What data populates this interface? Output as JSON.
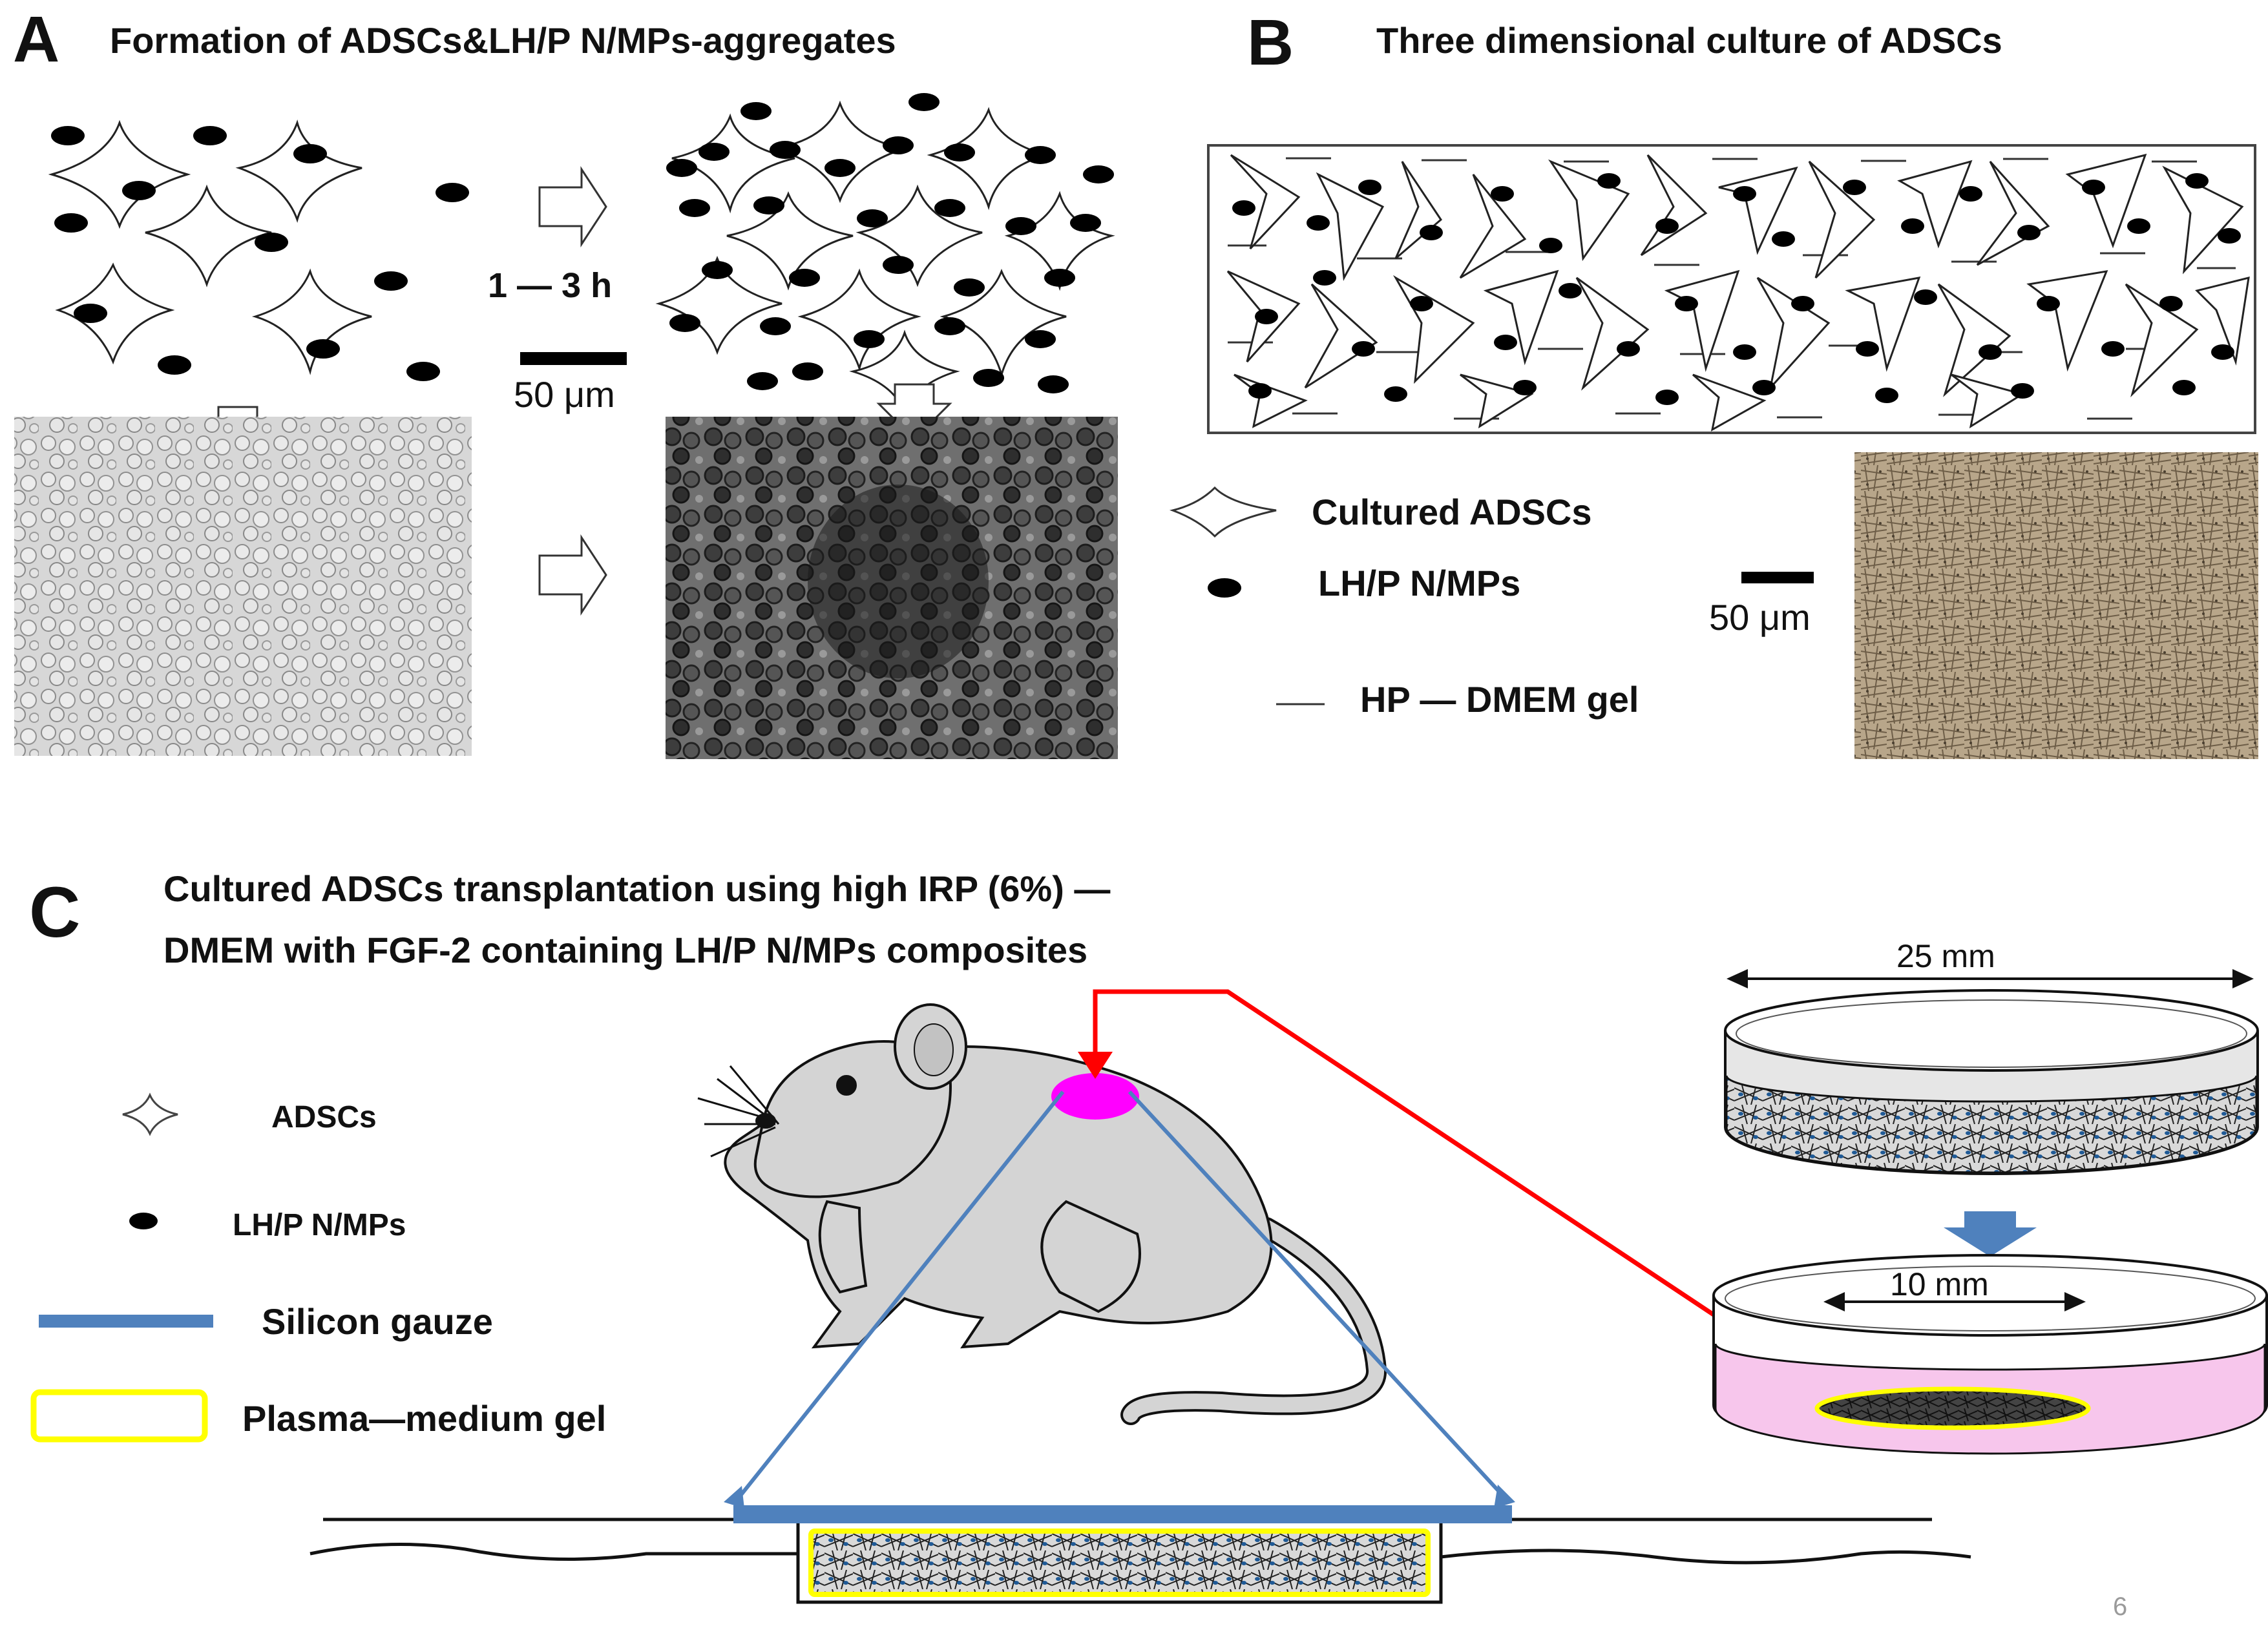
{
  "panel_a": {
    "letter": "A",
    "title": "Formation of ADSCs&LH/P N/MPs-aggregates",
    "time_label": "1 — 3 h",
    "scale_label": "50 μm"
  },
  "panel_b": {
    "letter": "B",
    "title": "Three dimensional culture of ADSCs",
    "legend": {
      "cells": "Cultured ADSCs",
      "particles": "LH/P N/MPs",
      "gel": "HP — DMEM gel"
    },
    "scale_label": "50 μm"
  },
  "panel_c": {
    "letter": "C",
    "title_line1": "Cultured ADSCs transplantation using  high IRP (6%) —",
    "title_line2": "DMEM with FGF-2 containing LH/P N/MPs composites",
    "legend": {
      "cells": "ADSCs",
      "particles": "LH/P N/MPs",
      "gauze": "Silicon gauze",
      "gel": "Plasma—medium gel"
    },
    "dish_top_label": "25 mm",
    "dish_bottom_label": "10 mm",
    "colors": {
      "gauze": "#4f81bd",
      "gel_outline": "#ffff00",
      "arrow": "#ff0000",
      "injection_site": "#ff00ff",
      "medium": "#f7c6ec"
    }
  },
  "page_number": "6"
}
